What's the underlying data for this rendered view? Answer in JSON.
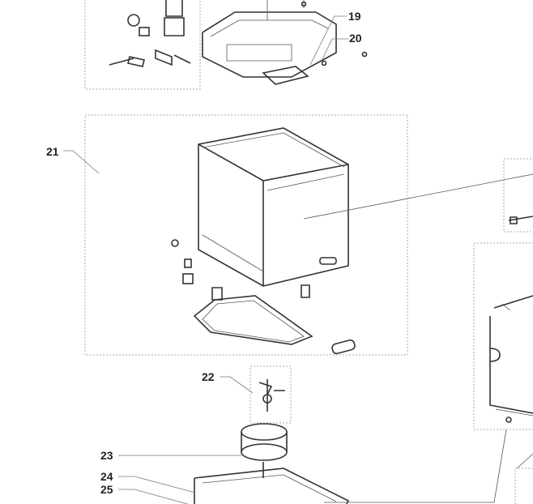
{
  "diagram": {
    "type": "exploded parts diagram",
    "callouts": [
      {
        "id": "19",
        "label": "19"
      },
      {
        "id": "20",
        "label": "20"
      },
      {
        "id": "21",
        "label": "21"
      },
      {
        "id": "22",
        "label": "22"
      },
      {
        "id": "23",
        "label": "23"
      },
      {
        "id": "24",
        "label": "24"
      },
      {
        "id": "25",
        "label": "25"
      }
    ]
  }
}
